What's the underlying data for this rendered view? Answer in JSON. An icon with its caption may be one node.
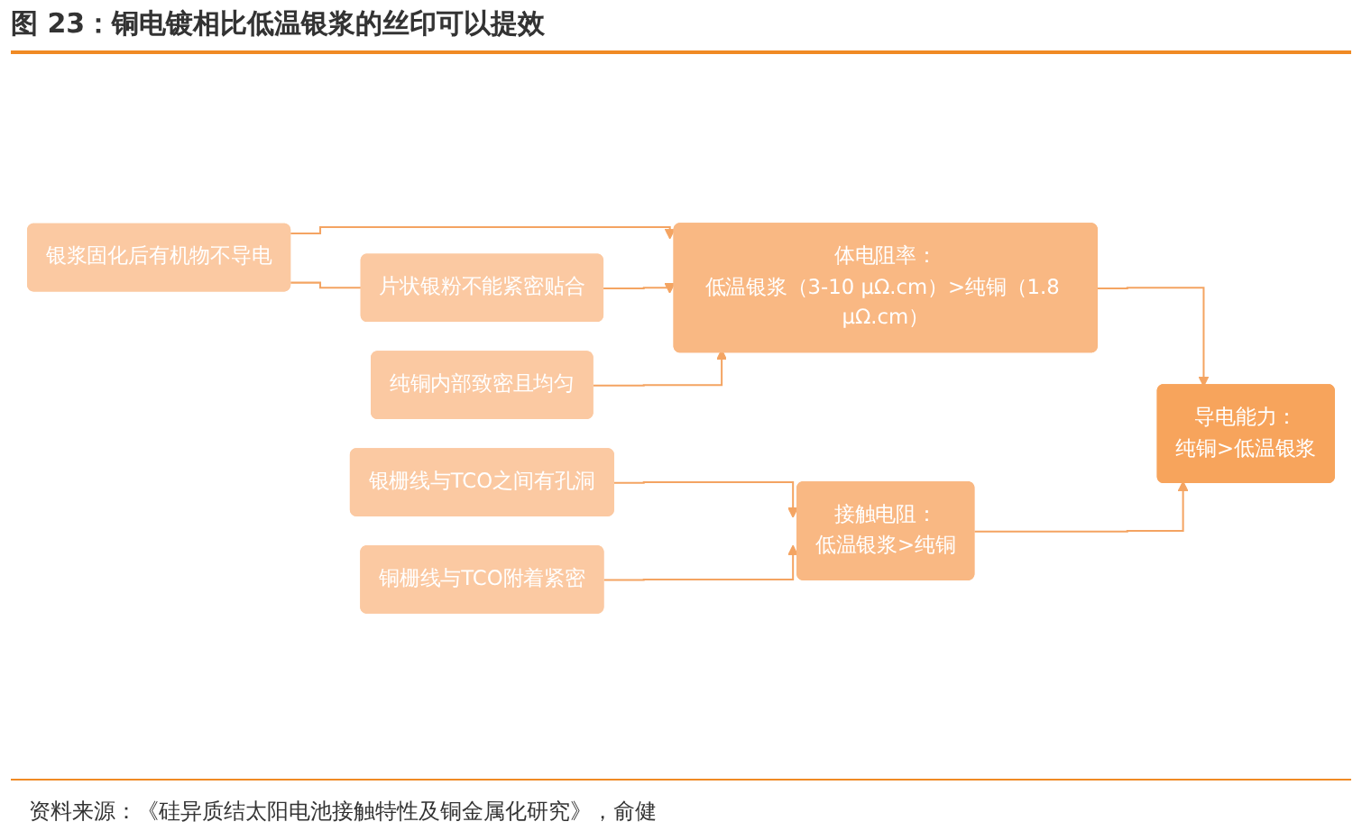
{
  "diagram": {
    "title": "图 23：铜电镀相比低温银浆的丝印可以提效",
    "caption": "资料来源：《硅异质结太阳电池接触特性及铜金属化研究》，俞健",
    "nodes": [
      {
        "text": [
          "银浆固化后有机物不导电"
        ]
      },
      {
        "text": [
          "片状银粉不能紧密贴合"
        ]
      },
      {
        "text": [
          "纯铜内部致密且均匀"
        ]
      },
      {
        "text": [
          "体电阻率：",
          "低温银浆（3-10 μΩ.cm）>纯铜（1.8 μΩ.cm）"
        ]
      },
      {
        "text": [
          "银栅线与TCO之间有孔洞"
        ]
      },
      {
        "text": [
          "铜栅线与TCO附着紧密"
        ]
      },
      {
        "text": [
          "接触电阻：",
          "低温银浆>纯铜"
        ]
      },
      {
        "text": [
          "导电能力：",
          "纯铜>低温银浆"
        ]
      }
    ],
    "edges": [
      {
        "from": 0,
        "to": 1,
        "arrow": "none"
      },
      {
        "from": 0,
        "to": 3,
        "arrow": "to"
      },
      {
        "from": 1,
        "to": 3,
        "arrow": "to"
      },
      {
        "from": 2,
        "to": 3,
        "arrow": "to"
      },
      {
        "from": 4,
        "to": 6,
        "arrow": "to"
      },
      {
        "from": 5,
        "to": 6,
        "arrow": "to"
      },
      {
        "from": 3,
        "to": 7,
        "arrow": "to"
      },
      {
        "from": 6,
        "to": 7,
        "arrow": "to"
      }
    ]
  }
}
